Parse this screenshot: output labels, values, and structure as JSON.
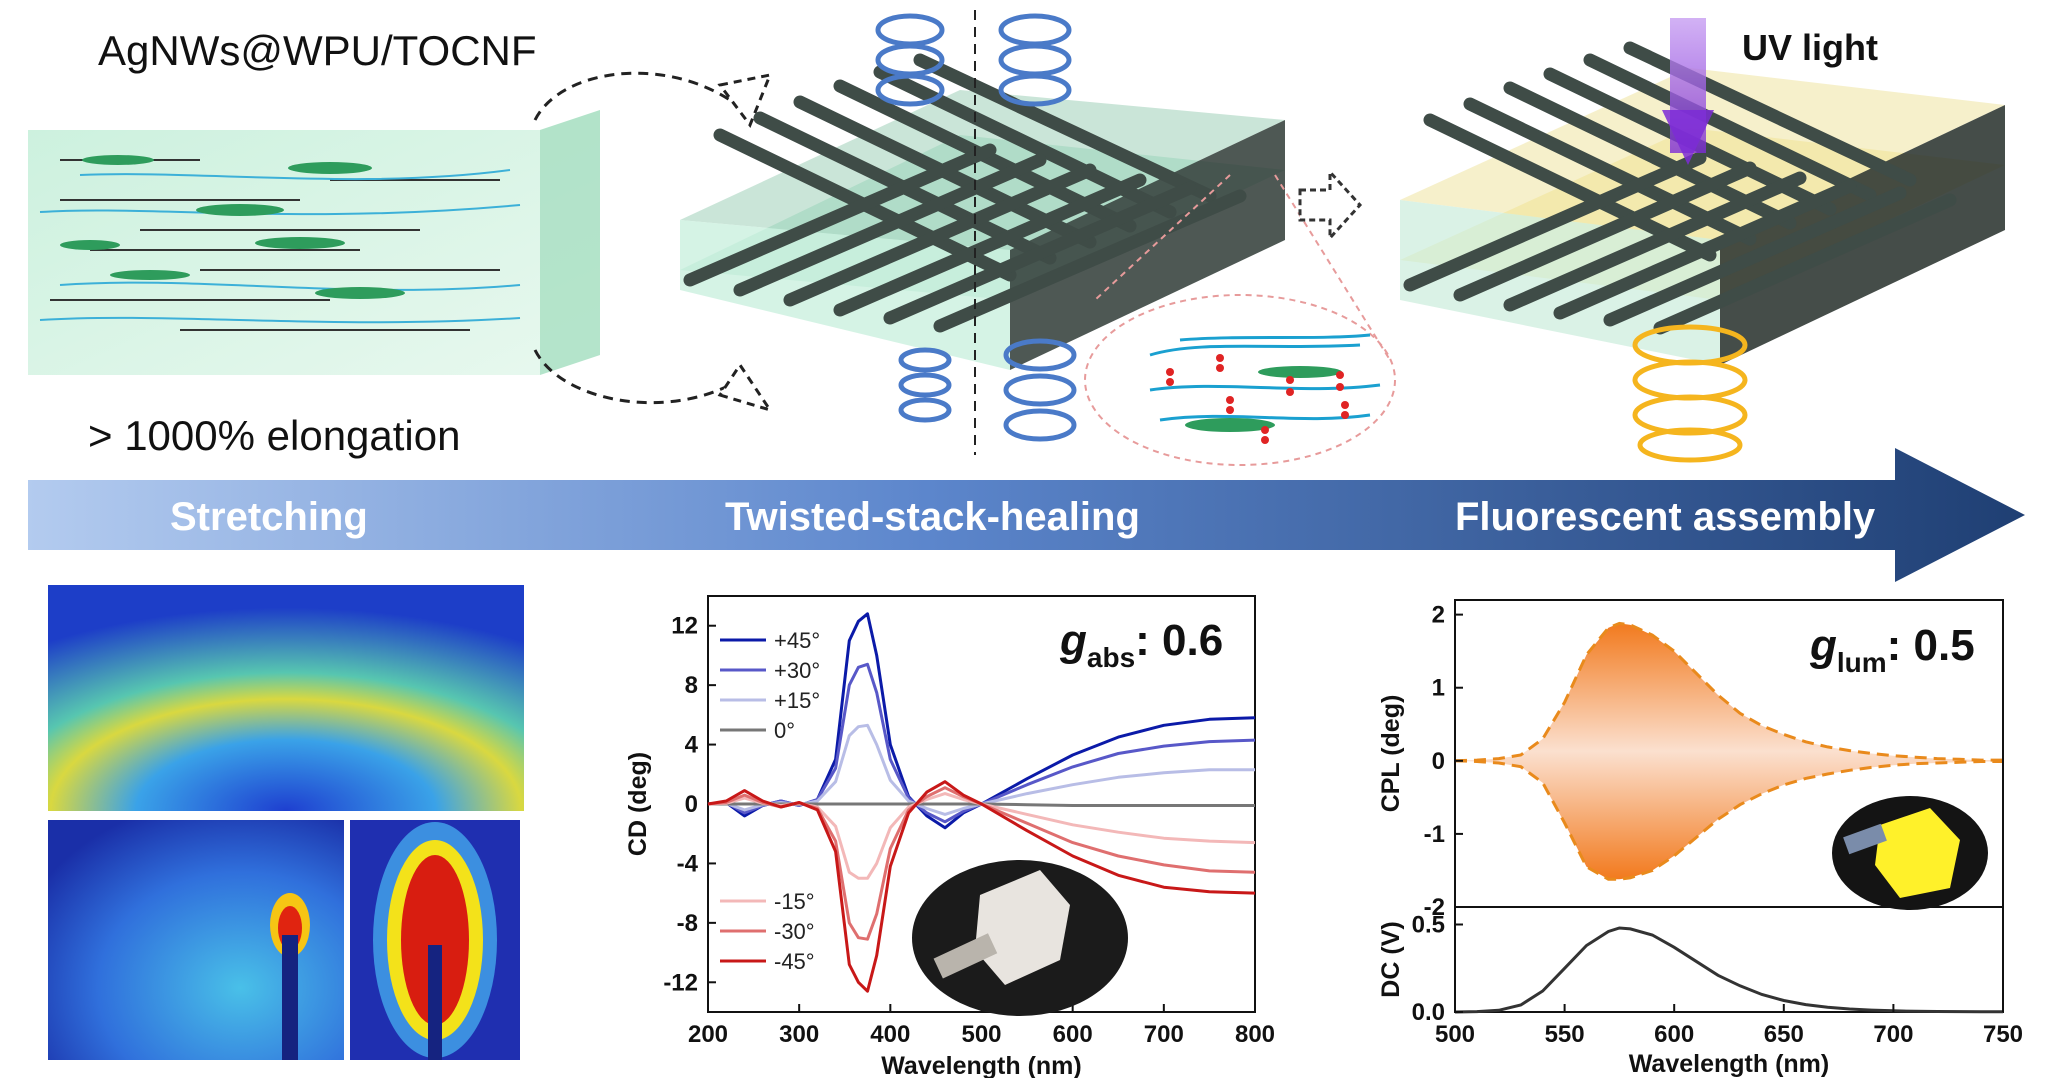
{
  "top": {
    "material_label": "AgNWs@WPU/TOCNF",
    "elongation_label": "> 1000% elongation",
    "uv_label": "UV light"
  },
  "banner": {
    "stages": [
      "Stretching",
      "Twisted-stack-healing",
      "Fluorescent assembly"
    ],
    "colors": {
      "start": "#a9c4ec",
      "end": "#1f3f73"
    }
  },
  "g_abs": {
    "prefix": "g",
    "sub": "abs",
    "value": ": 0.6"
  },
  "g_lum": {
    "prefix": "g",
    "sub": "lum",
    "value": ": 0.5"
  },
  "chart_data": [
    {
      "type": "line",
      "xlabel": "Wavelength (nm)",
      "ylabel": "CD (deg)",
      "xlim": [
        200,
        800
      ],
      "ylim": [
        -14,
        14
      ],
      "xticks": [
        200,
        300,
        400,
        500,
        600,
        700,
        800
      ],
      "yticks": [
        -12,
        -8,
        -4,
        0,
        4,
        8,
        12
      ],
      "x": [
        200,
        220,
        240,
        260,
        280,
        300,
        320,
        340,
        355,
        365,
        375,
        385,
        400,
        420,
        440,
        460,
        480,
        500,
        550,
        600,
        650,
        700,
        750,
        800
      ],
      "series": [
        {
          "name": "+45°",
          "color": "#0b1aa8",
          "values": [
            0,
            0.1,
            -0.8,
            -0.1,
            0.2,
            -0.1,
            0.3,
            3.0,
            11.0,
            12.3,
            12.8,
            10.0,
            4.0,
            0.5,
            -0.8,
            -1.6,
            -0.6,
            0.0,
            1.7,
            3.3,
            4.5,
            5.3,
            5.7,
            5.8
          ]
        },
        {
          "name": "+30°",
          "color": "#5858c8",
          "values": [
            0,
            0.1,
            -0.6,
            -0.1,
            0.2,
            -0.1,
            0.3,
            2.4,
            8.0,
            9.2,
            9.4,
            7.5,
            3.0,
            0.4,
            -0.6,
            -1.2,
            -0.5,
            0.0,
            1.3,
            2.5,
            3.4,
            3.9,
            4.2,
            4.3
          ]
        },
        {
          "name": "+15°",
          "color": "#b8bde6",
          "values": [
            0,
            0.05,
            -0.4,
            -0.05,
            0.1,
            -0.05,
            0.2,
            1.5,
            4.6,
            5.2,
            5.3,
            4.0,
            1.6,
            0.2,
            -0.3,
            -0.7,
            -0.3,
            0.0,
            0.7,
            1.3,
            1.8,
            2.1,
            2.3,
            2.3
          ]
        },
        {
          "name": "0°",
          "color": "#777777",
          "values": [
            0,
            0,
            0,
            0,
            0,
            0,
            0,
            0,
            0,
            0,
            0,
            0,
            0,
            0,
            0,
            0,
            0,
            0,
            -0.05,
            -0.1,
            -0.1,
            -0.1,
            -0.1,
            -0.1
          ]
        },
        {
          "name": "-15°",
          "color": "#f3b8b8",
          "values": [
            0,
            0.05,
            0.4,
            0.05,
            -0.1,
            0.05,
            -0.2,
            -1.5,
            -4.6,
            -5.0,
            -5.0,
            -4.0,
            -1.6,
            -0.2,
            0.3,
            0.7,
            0.3,
            0.0,
            -0.7,
            -1.4,
            -1.9,
            -2.3,
            -2.5,
            -2.6
          ]
        },
        {
          "name": "-30°",
          "color": "#df6f6f",
          "values": [
            0,
            0.1,
            0.6,
            0.1,
            -0.2,
            0.1,
            -0.3,
            -2.5,
            -8.0,
            -9.0,
            -9.1,
            -7.4,
            -3.0,
            -0.4,
            0.5,
            1.1,
            0.5,
            0.0,
            -1.3,
            -2.6,
            -3.5,
            -4.1,
            -4.5,
            -4.6
          ]
        },
        {
          "name": "-45°",
          "color": "#c81818",
          "values": [
            0,
            0.2,
            0.9,
            0.2,
            -0.2,
            0.1,
            -0.4,
            -3.2,
            -10.8,
            -12.0,
            -12.6,
            -10.2,
            -4.2,
            -0.6,
            0.8,
            1.5,
            0.6,
            0.0,
            -1.8,
            -3.5,
            -4.8,
            -5.6,
            -5.9,
            -6.0
          ]
        }
      ]
    },
    {
      "type": "area",
      "xlabel": "Wavelength (nm)",
      "ylabel": "CPL (deg)",
      "xlim": [
        500,
        750
      ],
      "ylim": [
        -2,
        2.2
      ],
      "yticks": [
        -2,
        -1,
        0,
        1,
        2
      ],
      "x": [
        500,
        510,
        520,
        530,
        540,
        550,
        560,
        570,
        575,
        580,
        590,
        600,
        610,
        620,
        630,
        640,
        650,
        660,
        670,
        680,
        690,
        700,
        710,
        720,
        730,
        740,
        750
      ],
      "series": [
        {
          "name": "",
          "color": "#e98a1c",
          "values": [
            0,
            0.01,
            0.03,
            0.08,
            0.3,
            0.8,
            1.45,
            1.82,
            1.88,
            1.86,
            1.72,
            1.5,
            1.2,
            0.9,
            0.65,
            0.48,
            0.36,
            0.26,
            0.19,
            0.14,
            0.1,
            0.07,
            0.05,
            0.03,
            0.02,
            0.01,
            0.01
          ]
        },
        {
          "name": "",
          "color": "#e98a1c",
          "values": [
            0,
            -0.01,
            -0.03,
            -0.08,
            -0.3,
            -0.85,
            -1.45,
            -1.62,
            -1.62,
            -1.6,
            -1.5,
            -1.3,
            -1.05,
            -0.8,
            -0.6,
            -0.45,
            -0.33,
            -0.24,
            -0.18,
            -0.13,
            -0.09,
            -0.06,
            -0.04,
            -0.03,
            -0.02,
            -0.01,
            -0.01
          ]
        }
      ]
    },
    {
      "type": "line",
      "xlabel": "Wavelength (nm)",
      "ylabel": "DC (V)",
      "xlim": [
        500,
        750
      ],
      "ylim": [
        0,
        0.6
      ],
      "xticks": [
        500,
        550,
        600,
        650,
        700,
        750
      ],
      "yticks": [
        0.0,
        0.5
      ],
      "x": [
        500,
        510,
        520,
        530,
        540,
        550,
        560,
        570,
        575,
        580,
        590,
        600,
        610,
        620,
        630,
        640,
        650,
        660,
        670,
        680,
        690,
        700,
        710,
        720,
        730,
        740,
        750
      ],
      "series": [
        {
          "name": "",
          "color": "#333333",
          "values": [
            0.0,
            0.002,
            0.01,
            0.04,
            0.12,
            0.25,
            0.38,
            0.46,
            0.48,
            0.475,
            0.44,
            0.37,
            0.29,
            0.21,
            0.15,
            0.1,
            0.066,
            0.042,
            0.027,
            0.017,
            0.011,
            0.007,
            0.004,
            0.003,
            0.002,
            0.001,
            0.001
          ]
        }
      ]
    }
  ]
}
